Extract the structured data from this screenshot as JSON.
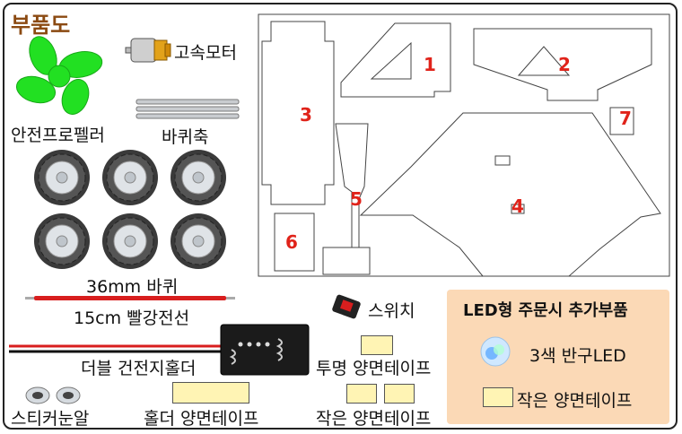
{
  "title": "부품도",
  "parts": {
    "motor": "고속모터",
    "propeller": "안전프로펠러",
    "axle": "바퀴축",
    "wheel": "36mm 바퀴",
    "wire": "15cm 빨강전선",
    "switch": "스위치",
    "battery_holder": "더블 건전지홀더",
    "clear_tape": "투명 양면테이프",
    "sticker_eyes": "스티커눈알",
    "holder_tape": "홀더 양면테이프",
    "small_tape": "작은 양면테이프"
  },
  "board_numbers": [
    "1",
    "2",
    "3",
    "4",
    "5",
    "6",
    "7"
  ],
  "order_panel": {
    "title": "LED형 주문시 추가부품",
    "led": "3색 반구LED",
    "small_tape": "작은 양면테이프"
  },
  "colors": {
    "title": "#8b4a12",
    "numbers": "#e0231a",
    "propeller": "#22e022",
    "panel": "#fbd9b6",
    "tape": "#fff4b4"
  }
}
